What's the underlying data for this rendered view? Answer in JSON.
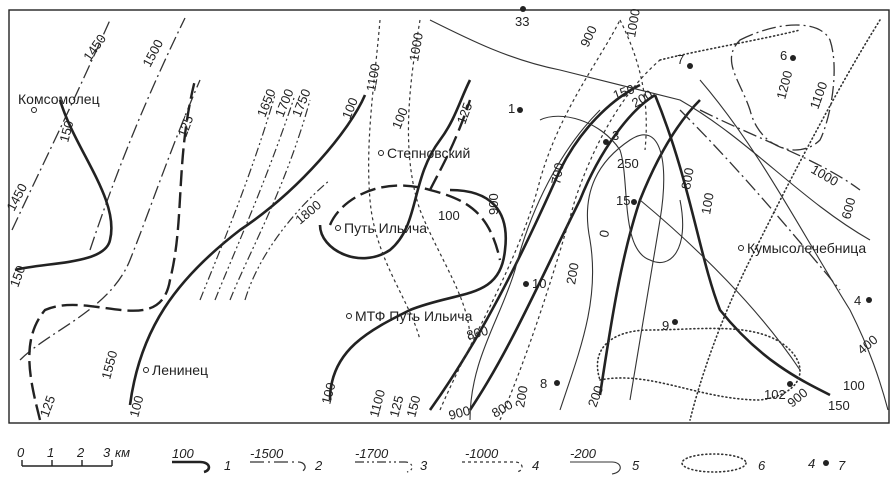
{
  "settlements": [
    {
      "id": "komsomolets",
      "name": "Комсомолец"
    },
    {
      "id": "stepnovsky",
      "name": "Степновский"
    },
    {
      "id": "put-ilicha",
      "name": "Путь Ильича"
    },
    {
      "id": "mtf-put-ilicha",
      "name": "МТФ Путь Ильича"
    },
    {
      "id": "leninets",
      "name": "Ленинец"
    },
    {
      "id": "kumysolechebnitsa",
      "name": "Кумысолечебница"
    }
  ],
  "wells": [
    "33",
    "7",
    "6",
    "1",
    "3",
    "15",
    "10",
    "9",
    "8",
    "4",
    "102"
  ],
  "contour_labels": [
    "1450",
    "1500",
    "1450",
    "150",
    "150",
    "125",
    "125",
    "1550",
    "1650",
    "1700",
    "1750",
    "1800",
    "100",
    "100",
    "100",
    "1100",
    "1000",
    "900",
    "125",
    "100",
    "900",
    "150",
    "200",
    "250",
    "700",
    "0",
    "200",
    "800",
    "600",
    "1000",
    "1100",
    "1200",
    "100",
    "100",
    "150",
    "900",
    "1000",
    "800",
    "900",
    "800",
    "200",
    "200",
    "150",
    "125",
    "1100",
    "100",
    "400"
  ],
  "legend": {
    "scale": {
      "ticks": [
        "0",
        "1",
        "2",
        "3"
      ],
      "unit": "км"
    },
    "items": [
      {
        "sample": "100",
        "index": "1"
      },
      {
        "sample": "-1500",
        "index": "2"
      },
      {
        "sample": "-1700",
        "index": "3"
      },
      {
        "sample": "-1000",
        "index": "4"
      },
      {
        "sample": "-200",
        "index": "5"
      },
      {
        "sample": "",
        "index": "6"
      },
      {
        "sample": "4",
        "index": "7"
      }
    ]
  }
}
